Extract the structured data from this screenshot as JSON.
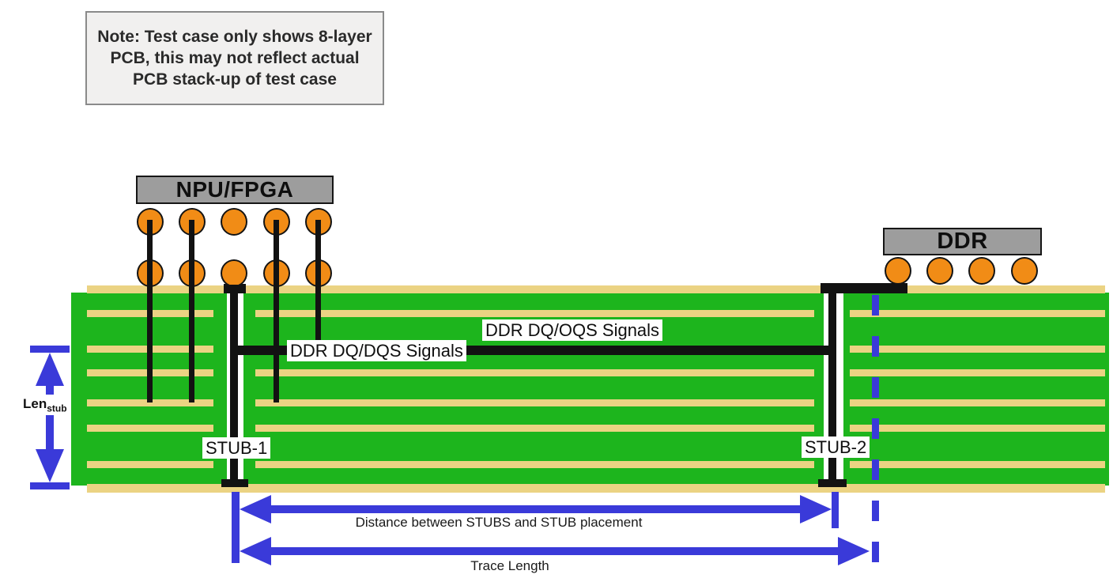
{
  "note": {
    "text": "Note: Test case only shows 8-layer\nPCB, this may not reflect actual\nPCB stack-up of test case"
  },
  "chips": {
    "npu_label": "NPU/FPGA",
    "ddr_label": "DDR"
  },
  "stubs": {
    "stub1_label": "STUB-1",
    "stub2_label": "STUB-2"
  },
  "signals": {
    "left_label": "DDR DQ/DQS Signals",
    "right_label": "DDR DQ/OQS Signals"
  },
  "dimensions": {
    "len_stub_base": "Len",
    "len_stub_sub": "stub",
    "distance_label": "Distance between STUBS and STUB placement",
    "trace_length_label": "Trace Length"
  },
  "colors": {
    "board-green": "#1db51d",
    "copper-tan": "#ebd383",
    "ball-orange": "#f18c16",
    "chip-gray": "#9d9d9d",
    "dim-blue": "#3a3ad9",
    "line-black": "#121212",
    "note-bg": "#f1f0ef",
    "note-border": "#8a8a8a"
  }
}
